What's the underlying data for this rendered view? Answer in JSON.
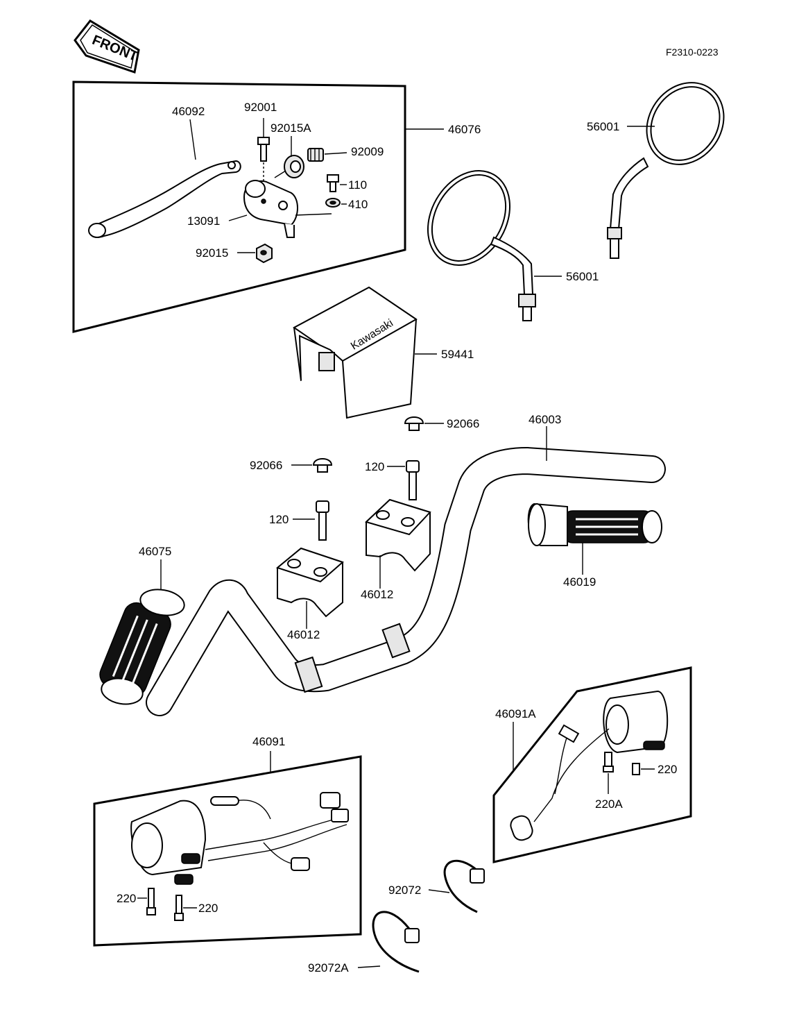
{
  "diagram": {
    "code": "F2310-0223",
    "front_label": "FRONT",
    "brand_text": "Kawasaki"
  },
  "labels": {
    "l46092": "46092",
    "l92001": "92001",
    "l92015A": "92015A",
    "l92009": "92009",
    "l46076": "46076",
    "l110": "110",
    "l410": "410",
    "l13091": "13091",
    "l92015": "92015",
    "l56001_top": "56001",
    "l56001_bottom": "56001",
    "l59441": "59441",
    "l92066_right": "92066",
    "l46003": "46003",
    "l92066_left": "92066",
    "l120_top": "120",
    "l120_mid": "120",
    "l46075": "46075",
    "l46019": "46019",
    "l46012_right": "46012",
    "l46012_left": "46012",
    "l46091A": "46091A",
    "l220_right": "220",
    "l220A": "220A",
    "l46091": "46091",
    "l220_left1": "220",
    "l220_left2": "220",
    "l92072": "92072",
    "l92072A": "92072A"
  }
}
